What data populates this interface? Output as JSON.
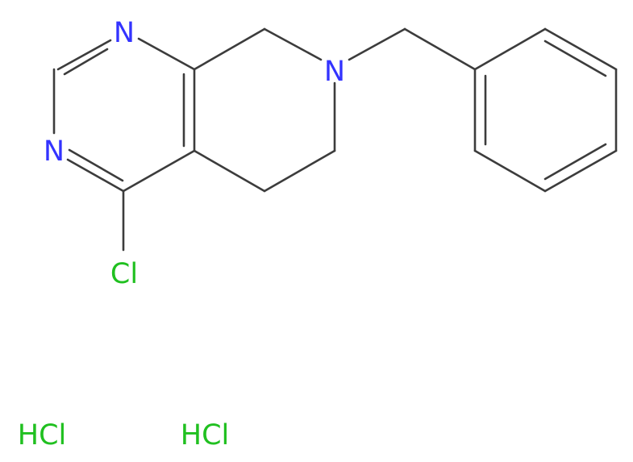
{
  "molecule": {
    "atoms": {
      "n1": "N",
      "n3": "N",
      "n7": "N",
      "cl": "Cl"
    },
    "salts": [
      "HCl",
      "HCl"
    ]
  },
  "colors": {
    "bond": "#3c3c3c",
    "nitrogen": "#3333ff",
    "chlorine": "#20c020",
    "background": "#ffffff"
  }
}
